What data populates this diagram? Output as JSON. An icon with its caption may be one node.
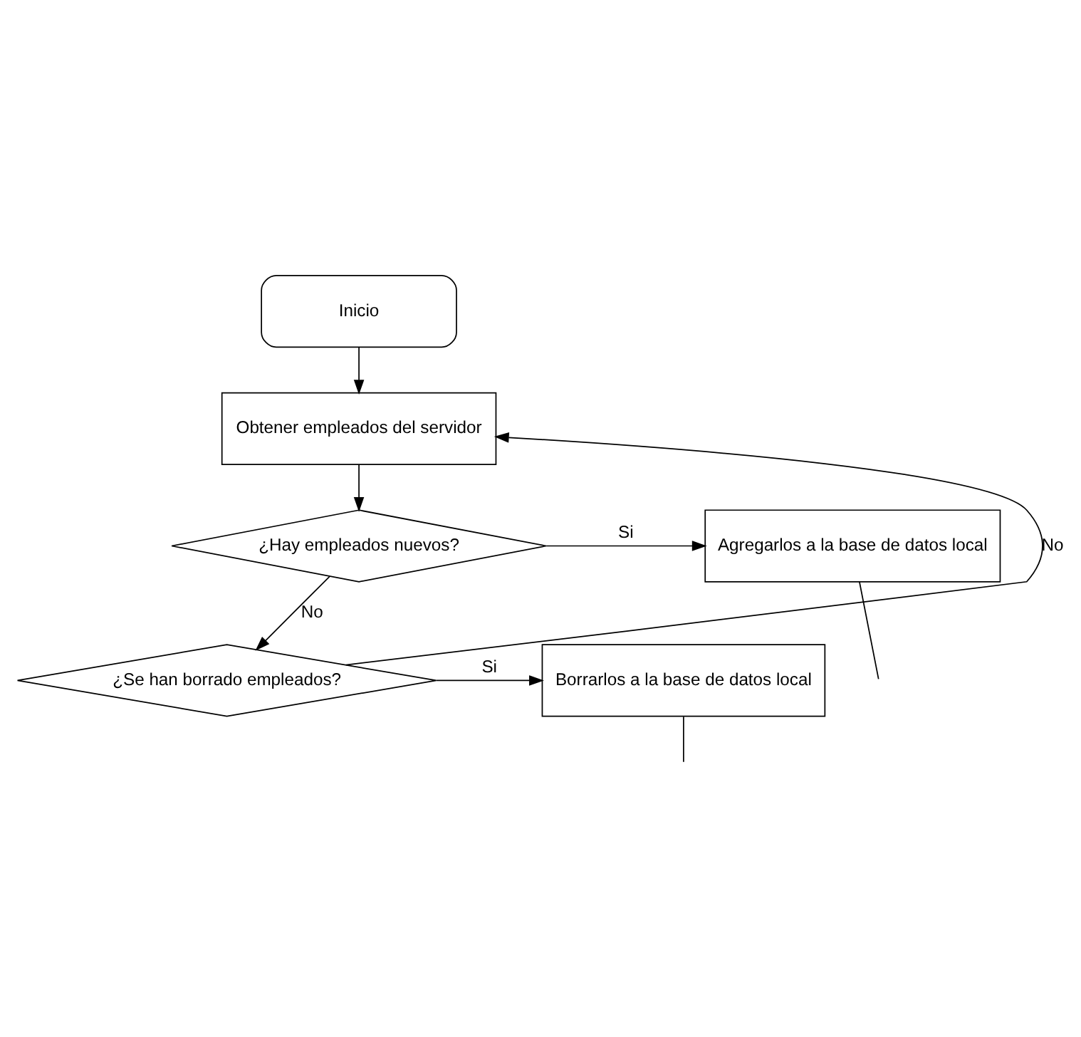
{
  "diagram": {
    "nodes": [
      {
        "text": [
          "Inicio"
        ]
      },
      {
        "text": [
          "Obtener empleados del servidor"
        ]
      },
      {
        "text": [
          "¿Hay empleados nuevos?"
        ]
      },
      {
        "text": [
          "Agregarlos a la base de datos local"
        ]
      },
      {
        "text": [
          "¿Se han borrado empleados?"
        ]
      },
      {
        "text": [
          "Borrarlos a la base de datos local"
        ]
      }
    ],
    "edges": [
      {
        "from": 0,
        "to": 1,
        "arrow": "to"
      },
      {
        "from": 1,
        "to": 2,
        "arrow": "to"
      },
      {
        "from": 2,
        "to": 3,
        "arrow": "to",
        "label": "Si"
      },
      {
        "from": 2,
        "to": 4,
        "arrow": "to",
        "label": "No"
      },
      {
        "from": 4,
        "to": 5,
        "arrow": "to",
        "label": "Si"
      },
      {
        "from": 4,
        "to": 1,
        "arrow": "to",
        "label": "No"
      },
      {
        "from": 3,
        "to": null,
        "arrow": "none"
      },
      {
        "from": 5,
        "to": null,
        "arrow": "none"
      }
    ]
  }
}
